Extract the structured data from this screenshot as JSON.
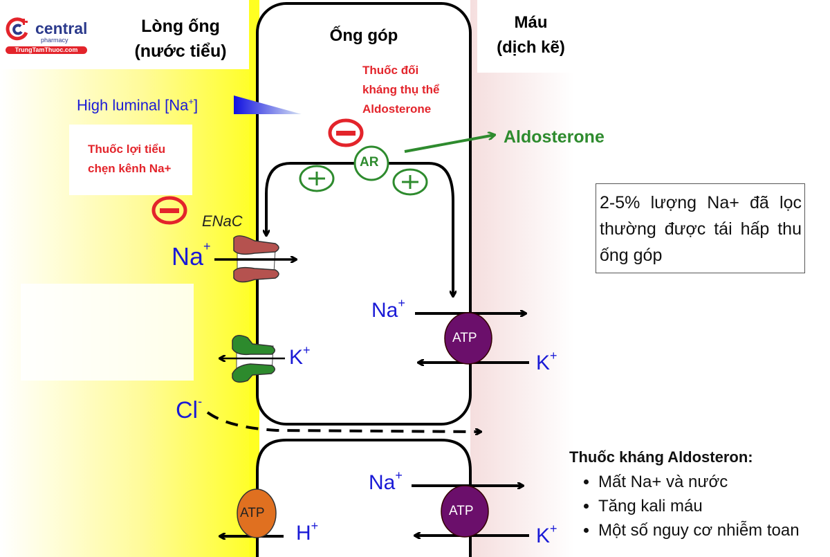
{
  "logo": {
    "brand": "central",
    "sub": "pharmacy",
    "site": "TrungTamThuoc.com",
    "brand_color": "#2b3a8c",
    "accent_color": "#e3242b"
  },
  "headers": {
    "lumen_line1": "Lòng ống",
    "lumen_line2": "(nước tiểu)",
    "duct": "Ống góp",
    "blood_line1": "Máu",
    "blood_line2": "(dịch kẽ)"
  },
  "labels": {
    "high_luminal": "High luminal [Na",
    "high_luminal_sup": "+",
    "high_luminal_end": "]",
    "ar_antagonist_line1": "Thuốc đối",
    "ar_antagonist_line2": "kháng thụ thể",
    "ar_antagonist_line3": "Aldosterone",
    "na_blocker_line1": "Thuốc lợi tiểu",
    "na_blocker_line2": "chẹn kênh Na+",
    "aldosterone": "Aldosterone",
    "ar": "AR",
    "enac": "ENaC",
    "plus": "+",
    "minus": "−"
  },
  "ions": {
    "na": "Na",
    "k": "K",
    "h": "H",
    "cl": "Cl",
    "plus": "+",
    "minus": "-"
  },
  "pumps": {
    "atp": "ATP"
  },
  "note": {
    "text": "2-5% lượng Na+ đã lọc thường được tái hấp thu ống góp"
  },
  "summary": {
    "title": "Thuốc kháng Aldosteron:",
    "items": [
      "Mất Na+ và nước",
      "Tăng kali máu",
      "Một số nguy cơ nhiễm toan"
    ]
  },
  "colors": {
    "lumen_yellow": "#ffff33",
    "blood_pink": "#f7e3e3",
    "ion_blue": "#1a1ad6",
    "drug_red": "#e3242b",
    "aldo_green": "#2e8b2e",
    "enac_brown": "#b5524f",
    "kchannel_green": "#2d8a2d",
    "pump_purple": "#6b0f6b",
    "pump_orange": "#e07020"
  }
}
